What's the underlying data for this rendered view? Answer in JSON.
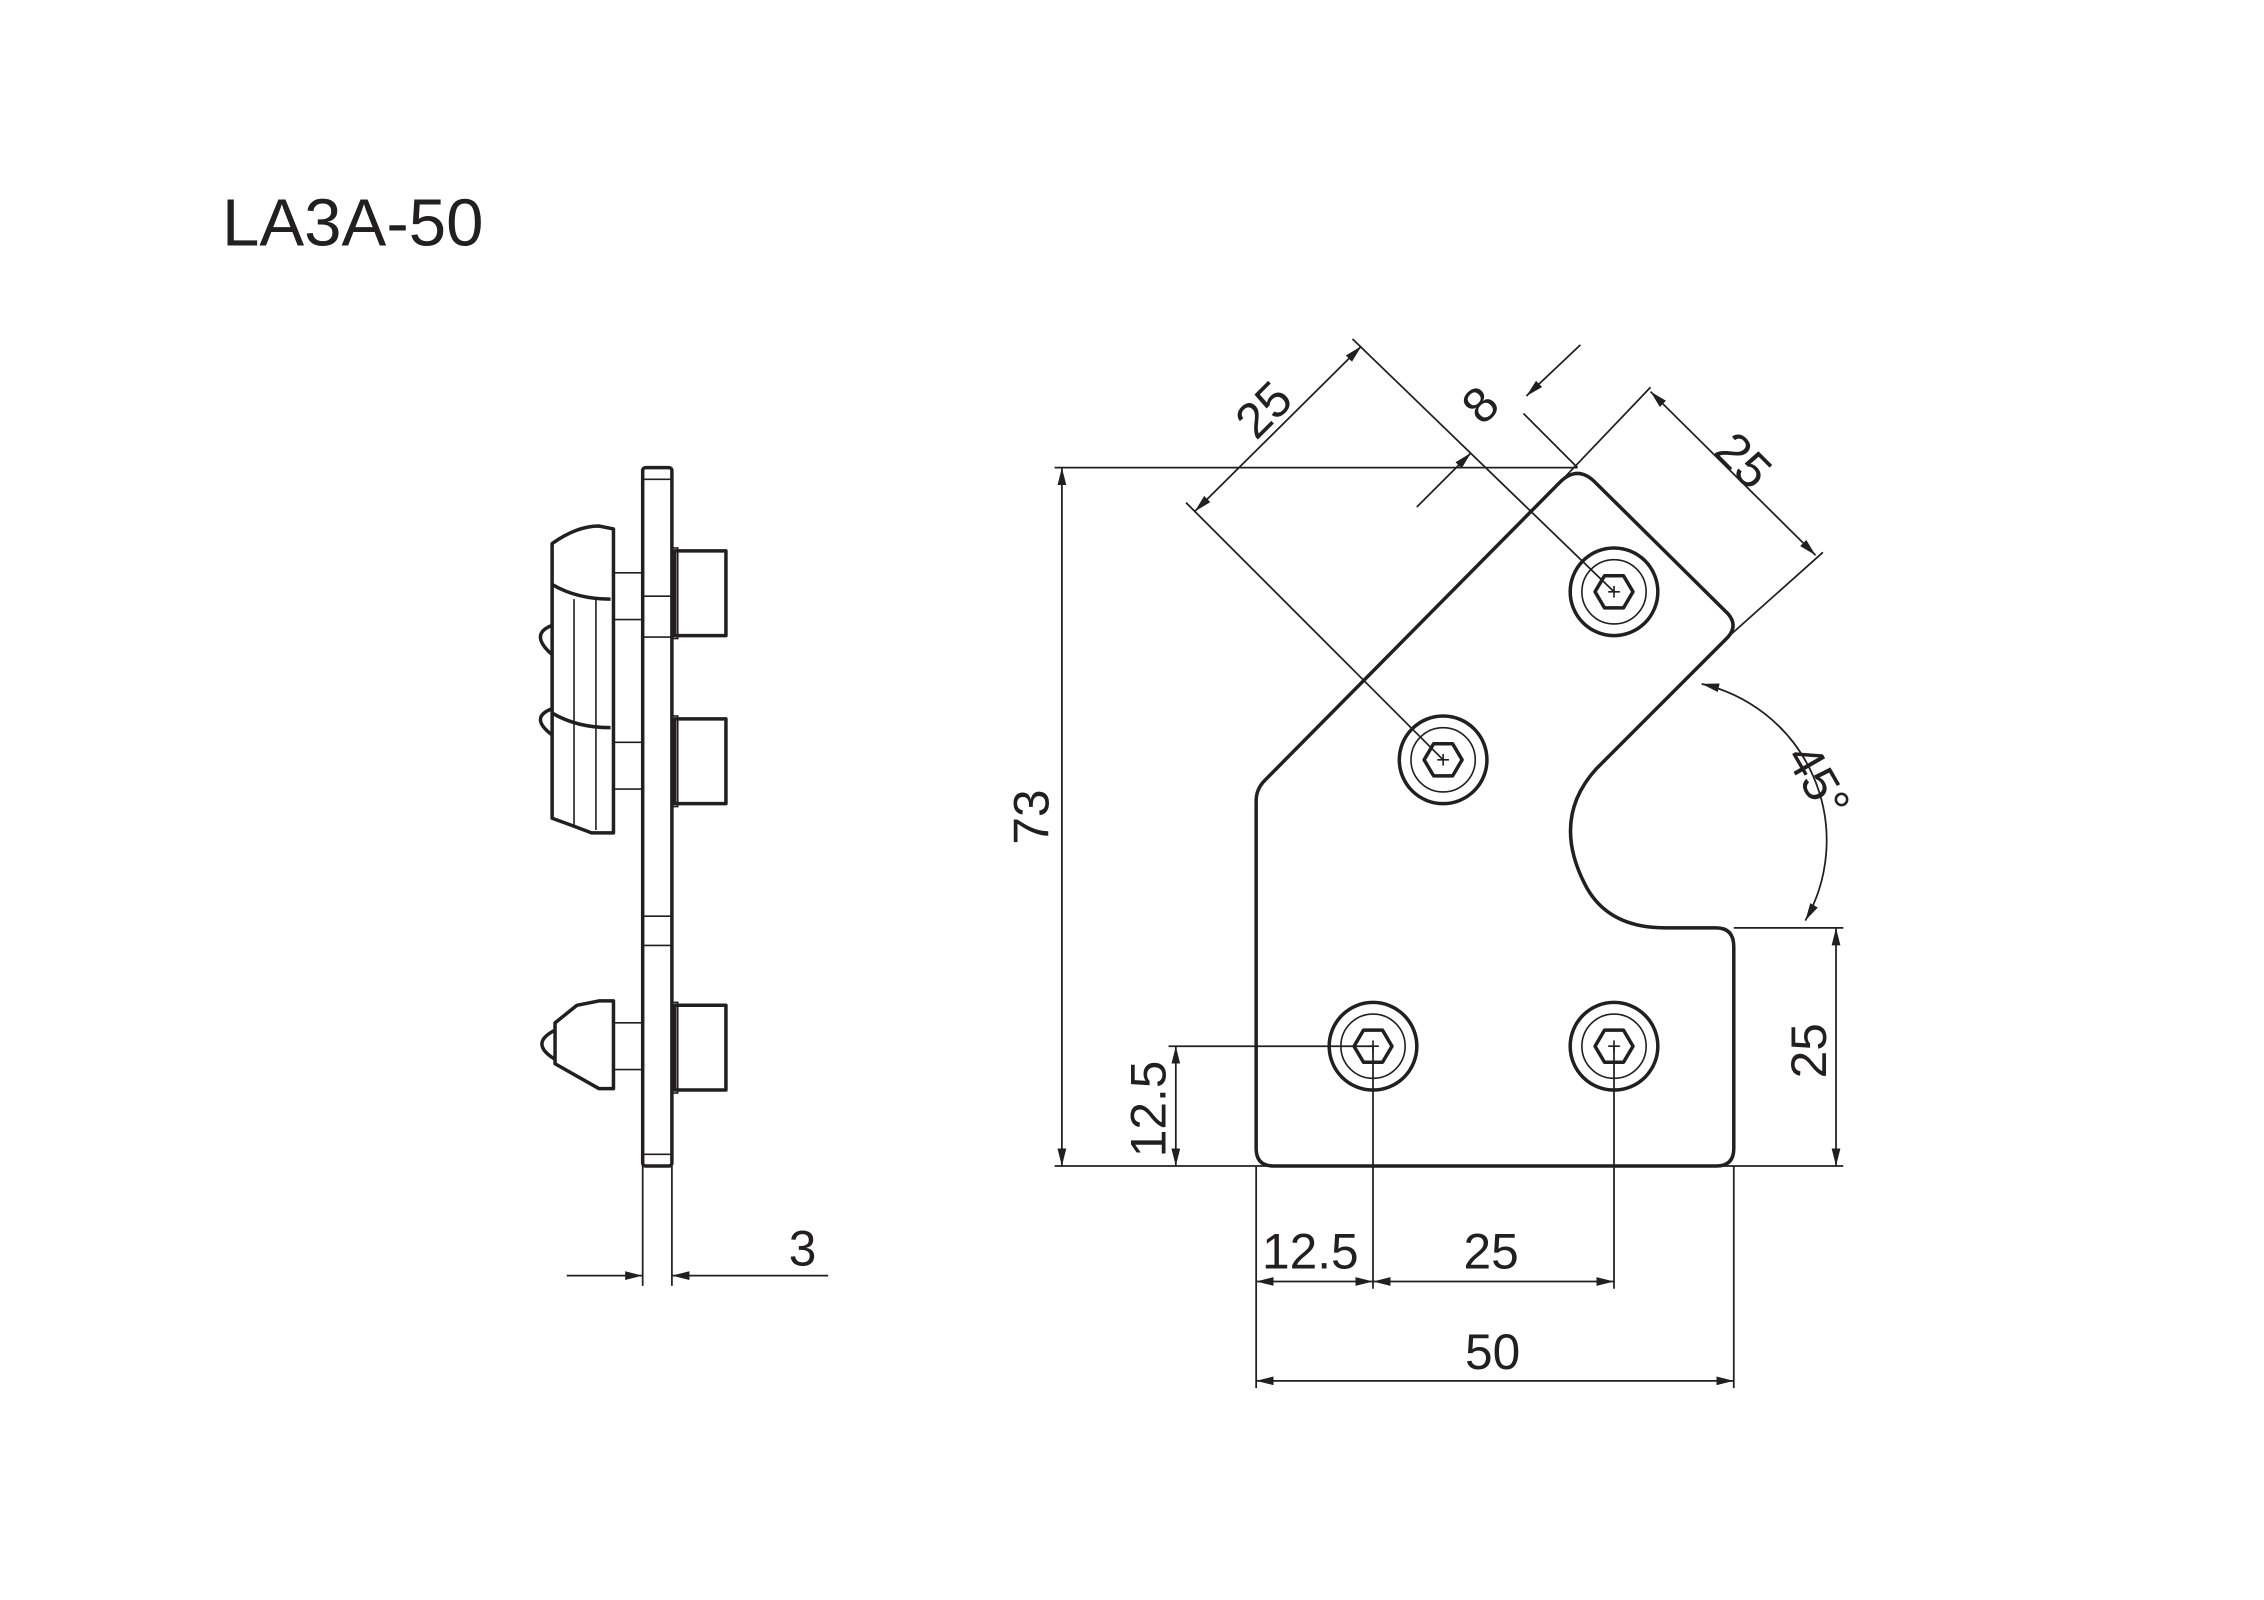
{
  "title": "LA3A-50",
  "dimensions": {
    "height_total": "73",
    "thickness": "3",
    "hole_offset_vertical": "12.5",
    "notch_height": "25",
    "hole_offset_horizontal": "12.5",
    "hole_spacing_horizontal": "25",
    "width_total": "50",
    "diag_spacing_left": "25",
    "diag_offset": "8",
    "diag_spacing_right": "25",
    "angle": "45°"
  }
}
